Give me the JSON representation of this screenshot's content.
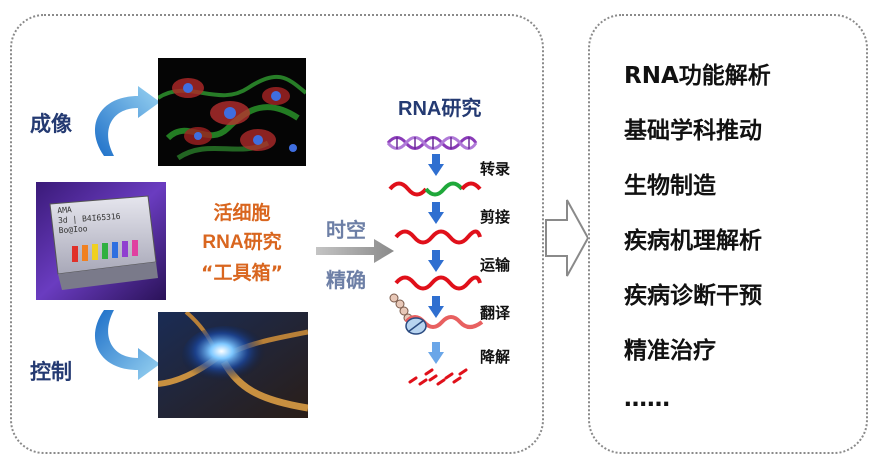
{
  "left": {
    "imaging_label": "成像",
    "control_label": "控制",
    "toolbox_line1": "活细胞",
    "toolbox_line2": "RNA研究",
    "toolbox_line3": "“工具箱”",
    "spatiotemporal_line1": "时空",
    "spatiotemporal_line2": "精确",
    "kit_text_1": "AMA",
    "kit_text_2": "3d | B4I65316",
    "kit_text_3": "Bo@Ioo"
  },
  "rna_study": {
    "title": "RNA研究",
    "steps": [
      "转录",
      "剪接",
      "运输",
      "翻译",
      "降解"
    ]
  },
  "applications": {
    "items": [
      "RNA功能解析",
      "基础学科推动",
      "生物制造",
      "疾病机理解析",
      "疾病诊断干预",
      "精准治疗",
      "……"
    ]
  },
  "colors": {
    "navy_label": "#243a72",
    "orange_title": "#d9661f",
    "rna_red": "#e0101a",
    "rna_green": "#1fa83a",
    "rna_purple": "#8a3bb8",
    "step_arrow": "#2f6fd0"
  }
}
